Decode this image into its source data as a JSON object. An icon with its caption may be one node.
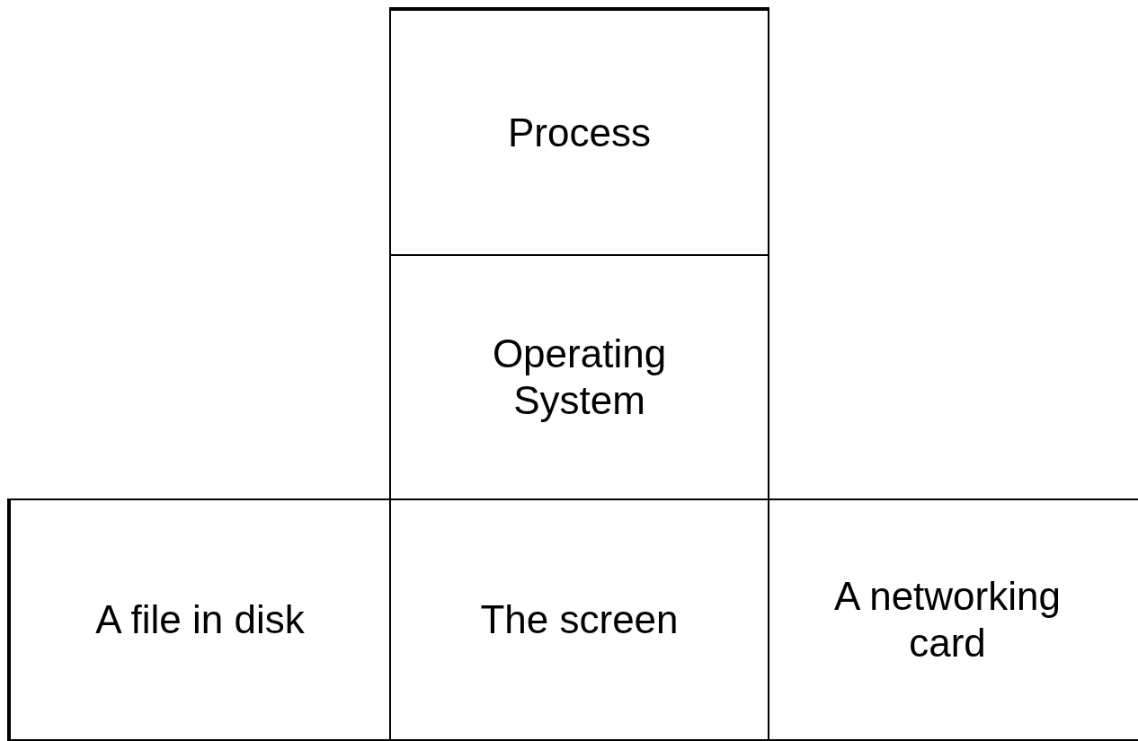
{
  "diagram": {
    "nodes": [
      {
        "text": [
          "Process"
        ]
      },
      {
        "text": [
          "Operating System"
        ]
      },
      {
        "text": [
          "A file in disk"
        ]
      },
      {
        "text": [
          "The screen"
        ]
      },
      {
        "text": [
          "A networking card"
        ]
      }
    ]
  }
}
